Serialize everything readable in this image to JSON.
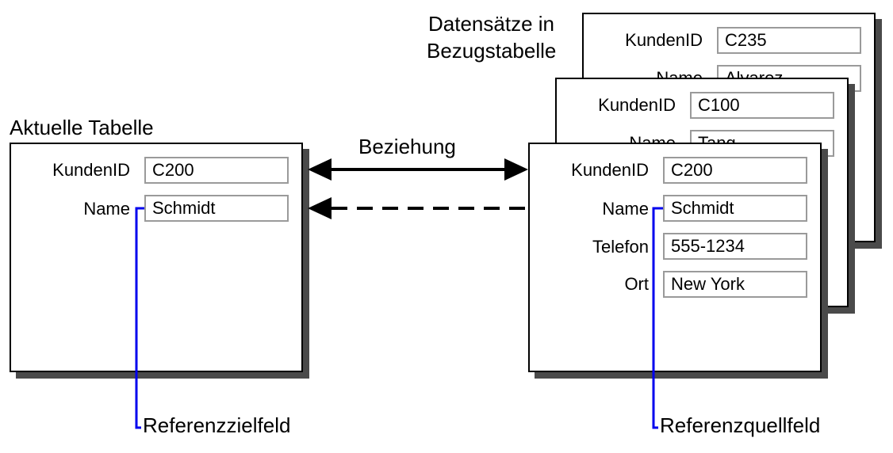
{
  "current_table": {
    "title": "Aktuelle Tabelle",
    "fields": [
      {
        "label": "KundenID",
        "value": "C200"
      },
      {
        "label": "Name",
        "value": "Schmidt"
      }
    ]
  },
  "related_records": {
    "title_line1": "Datensätze in",
    "title_line2": "Bezugstabelle",
    "back_record": {
      "fields": [
        {
          "label": "KundenID",
          "value": "C235"
        },
        {
          "label": "Name",
          "value": "Alvarez"
        }
      ]
    },
    "middle_record": {
      "fields": [
        {
          "label": "KundenID",
          "value": "C100"
        },
        {
          "label": "Name",
          "value": "Tang"
        }
      ]
    },
    "front_record": {
      "fields": [
        {
          "label": "KundenID",
          "value": "C200"
        },
        {
          "label": "Name",
          "value": "Schmidt"
        },
        {
          "label": "Telefon",
          "value": "555-1234"
        },
        {
          "label": "Ort",
          "value": "New York"
        }
      ]
    }
  },
  "relationship_label": "Beziehung",
  "callouts": {
    "target": "Referenzzielfeld",
    "source": "Referenzquellfeld"
  },
  "colors": {
    "callout_line": "#0000ee",
    "shadow": "#4a4a4a",
    "field_border": "#9a9a9a"
  }
}
